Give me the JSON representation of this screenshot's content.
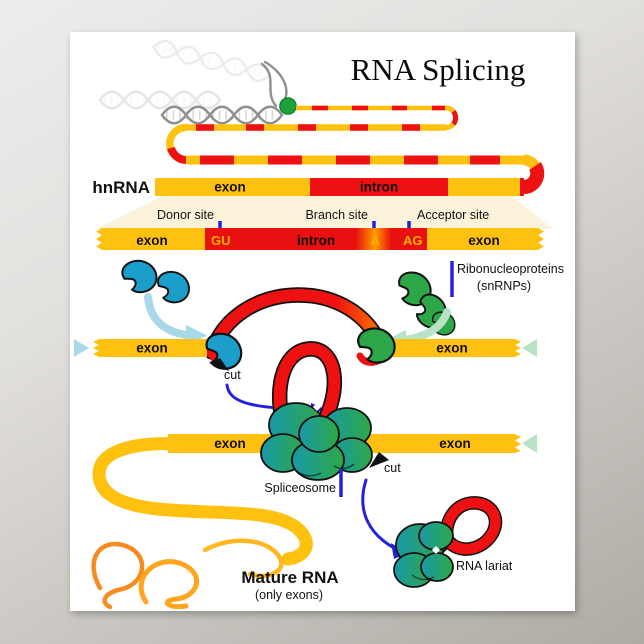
{
  "title": "RNA Splicing",
  "hnrna": {
    "label": "hnRNA",
    "exon": "exon",
    "intron": "intron"
  },
  "sites": {
    "donor": "Donor site",
    "branch": "Branch site",
    "acceptor": "Acceptor site"
  },
  "zoom_bar": {
    "exon_left": "exon",
    "gu": "GU",
    "intron": "intron",
    "a": "A",
    "ag": "AG",
    "exon_right": "exon"
  },
  "snrnps": {
    "label_line1": "Ribonucleoproteins",
    "label_line2": "(snRNPs)"
  },
  "step_cut": {
    "exon_left": "exon",
    "exon_right": "exon",
    "cut": "cut"
  },
  "step_splice": {
    "exon_left": "exon",
    "exon_right": "exon",
    "cut": "cut",
    "spliceosome": "Spliceosome"
  },
  "products": {
    "mature_rna": "Mature RNA",
    "mature_sub": "(only exons)",
    "lariat": "RNA lariat"
  },
  "colors": {
    "exon_orange": "#FFC110",
    "intron_red": "#EE1111",
    "snrnp_blue": "#1B9EC9",
    "snrnp_green": "#2CA646",
    "spliceosome_teal_left": "#1899A8",
    "spliceosome_green_right": "#2FA845",
    "annotation_blue": "#2222DD",
    "arrow_light_blue": "#A9D9E8",
    "arrow_light_green": "#B7E2C3",
    "highlight_cream": "#FAF3DA",
    "site_letter_orange": "#FFB200",
    "mature_strand_orange": "#F68B1F"
  }
}
